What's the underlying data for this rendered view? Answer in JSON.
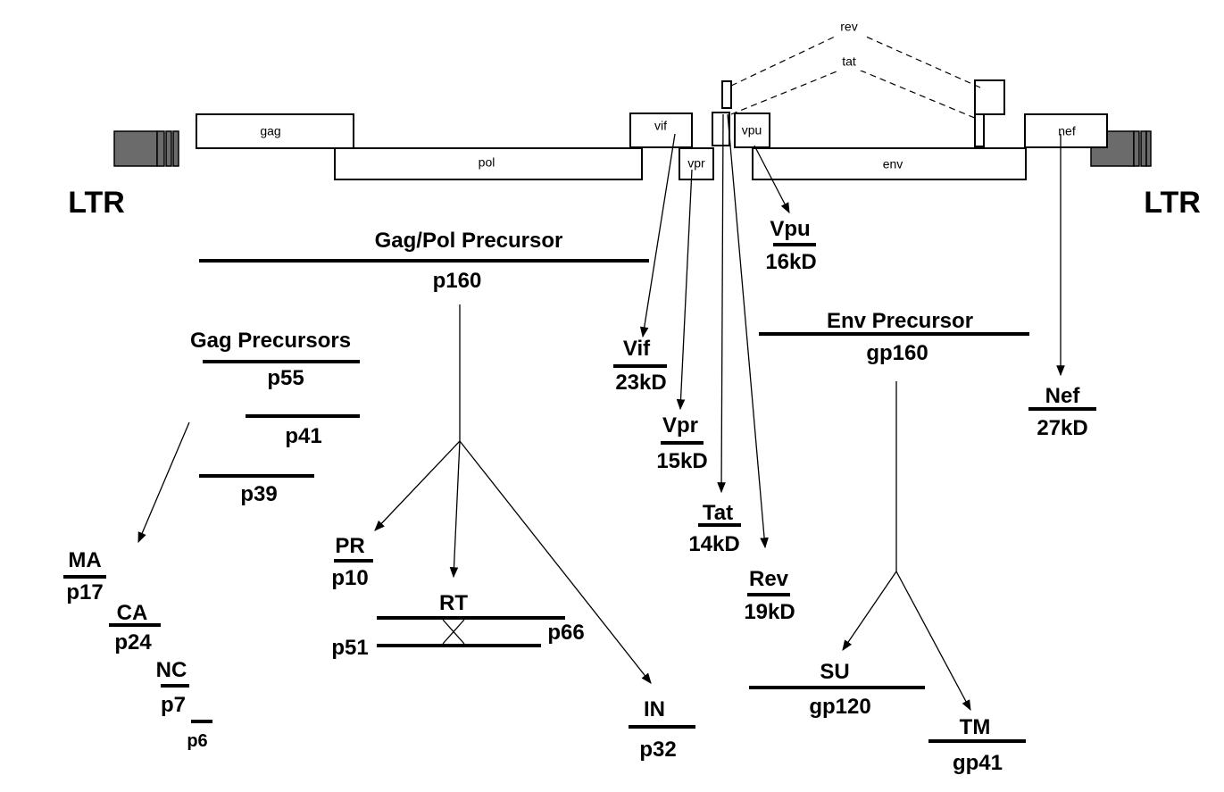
{
  "genome": {
    "ltr_left": "LTR",
    "ltr_right": "LTR",
    "genes": {
      "gag": "gag",
      "pol": "pol",
      "vif": "vif",
      "vpr": "vpr",
      "vpu": "vpu",
      "env": "env",
      "nef": "nef"
    },
    "splice": {
      "rev": "rev",
      "tat": "tat"
    },
    "colors": {
      "ltr_fill": "#6b6b6b",
      "line": "#000000"
    }
  },
  "gagpol": {
    "title": "Gag/Pol Precursor",
    "size": "p160"
  },
  "gag_precursors": {
    "title": "Gag Precursors",
    "p55": "p55",
    "p41": "p41",
    "p39": "p39"
  },
  "gag_products": {
    "ma": "MA",
    "p17": "p17",
    "ca": "CA",
    "p24": "p24",
    "nc": "NC",
    "p7": "p7",
    "p6": "p6"
  },
  "pol_products": {
    "pr": "PR",
    "p10": "p10",
    "rt": "RT",
    "p51": "p51",
    "p66": "p66",
    "in": "IN",
    "p32": "p32"
  },
  "accessory": {
    "vif": "Vif",
    "vif_size": "23kD",
    "vpr": "Vpr",
    "vpr_size": "15kD",
    "tat": "Tat",
    "tat_size": "14kD",
    "rev": "Rev",
    "rev_size": "19kD",
    "vpu": "Vpu",
    "vpu_size": "16kD",
    "nef": "Nef",
    "nef_size": "27kD"
  },
  "env": {
    "title": "Env Precursor",
    "size": "gp160",
    "su": "SU",
    "su_size": "gp120",
    "tm": "TM",
    "tm_size": "gp41"
  }
}
